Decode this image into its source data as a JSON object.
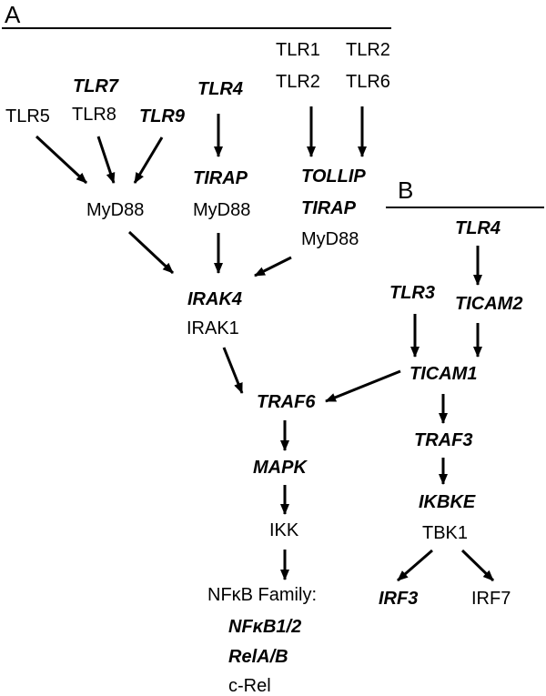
{
  "panels": {
    "a": "A",
    "b": "B"
  },
  "nodes": {
    "tlr5": "TLR5",
    "tlr7": "TLR7",
    "tlr8": "TLR8",
    "tlr9": "TLR9",
    "tlr4_a": "TLR4",
    "tlr1": "TLR1",
    "tlr2_a": "TLR2",
    "tlr2_b": "TLR2",
    "tlr6": "TLR6",
    "myd88_1": "MyD88",
    "tirap_1": "TIRAP",
    "myd88_2": "MyD88",
    "tollip": "TOLLIP",
    "tirap_2": "TIRAP",
    "myd88_3": "MyD88",
    "irak4": "IRAK4",
    "irak1": "IRAK1",
    "traf6": "TRAF6",
    "mapk": "MAPK",
    "ikk": "IKK",
    "nfkb_family": "NFκB Family:",
    "nfkb12": "NFκB1/2",
    "rela_b": "RelA/B",
    "c_rel": "c-Rel",
    "tlr4_b": "TLR4",
    "tlr3": "TLR3",
    "ticam2": "TICAM2",
    "ticam1": "TICAM1",
    "traf3": "TRAF3",
    "ikbke": "IKBKE",
    "tbk1": "TBK1",
    "irf3": "IRF3",
    "irf7": "IRF7"
  }
}
